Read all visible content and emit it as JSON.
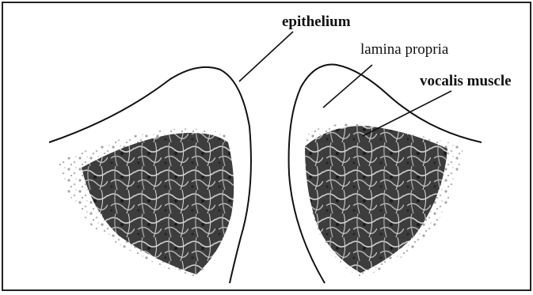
{
  "labels": {
    "epithelium": "epithelium",
    "lamina_propria": "lamina propria",
    "vocalis_muscle": "vocalis muscle"
  },
  "colors": {
    "outline": "#111111",
    "muscle_dark": "#3a3a3a",
    "muscle_mid": "#6e6e6e",
    "mucosa_light": "#d6d6d6"
  }
}
